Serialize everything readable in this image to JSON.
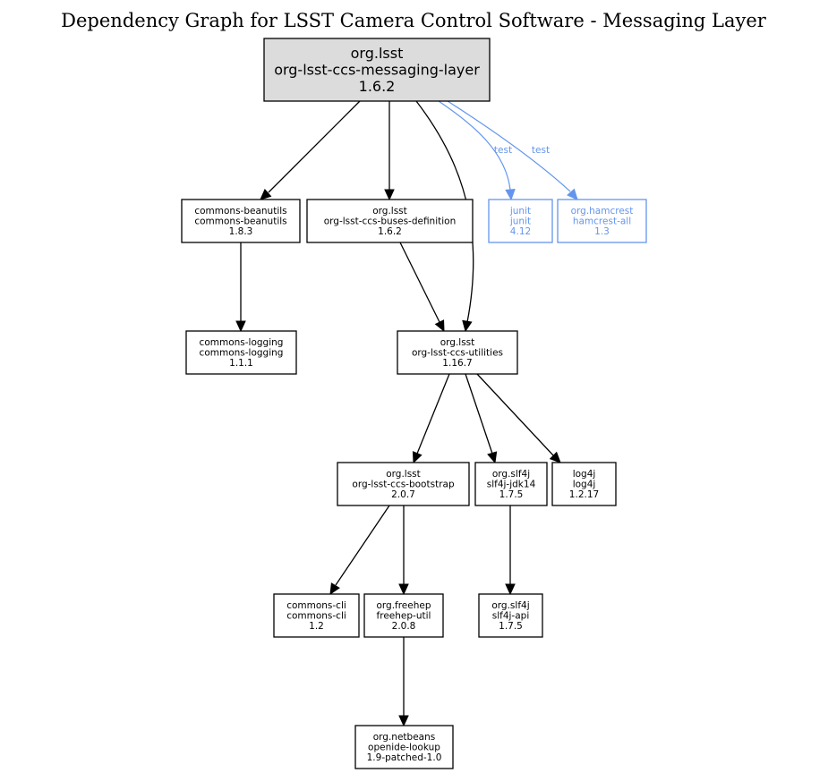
{
  "title": "Dependency Graph for LSST Camera Control Software - Messaging Layer",
  "colors": {
    "default_edge": "#000000",
    "test_edge": "#6495ed",
    "root_fill": "#dcdcdc",
    "node_fill": "#ffffff"
  },
  "nodes": [
    {
      "id": "root",
      "group": "org.lsst",
      "artifact": "org-lsst-ccs-messaging-layer",
      "version": "1.6.2",
      "root": true
    },
    {
      "id": "beanutils",
      "group": "commons-beanutils",
      "artifact": "commons-beanutils",
      "version": "1.8.3"
    },
    {
      "id": "buses",
      "group": "org.lsst",
      "artifact": "org-lsst-ccs-buses-definition",
      "version": "1.6.2"
    },
    {
      "id": "junit",
      "group": "junit",
      "artifact": "junit",
      "version": "4.12",
      "scope": "test"
    },
    {
      "id": "hamcrest",
      "group": "org.hamcrest",
      "artifact": "hamcrest-all",
      "version": "1.3",
      "scope": "test"
    },
    {
      "id": "logging",
      "group": "commons-logging",
      "artifact": "commons-logging",
      "version": "1.1.1"
    },
    {
      "id": "utilities",
      "group": "org.lsst",
      "artifact": "org-lsst-ccs-utilities",
      "version": "1.16.7"
    },
    {
      "id": "bootstrap",
      "group": "org.lsst",
      "artifact": "org-lsst-ccs-bootstrap",
      "version": "2.0.7"
    },
    {
      "id": "jdk14",
      "group": "org.slf4j",
      "artifact": "slf4j-jdk14",
      "version": "1.7.5"
    },
    {
      "id": "log4j",
      "group": "log4j",
      "artifact": "log4j",
      "version": "1.2.17"
    },
    {
      "id": "cli",
      "group": "commons-cli",
      "artifact": "commons-cli",
      "version": "1.2"
    },
    {
      "id": "freehep",
      "group": "org.freehep",
      "artifact": "freehep-util",
      "version": "2.0.8"
    },
    {
      "id": "slf4japi",
      "group": "org.slf4j",
      "artifact": "slf4j-api",
      "version": "1.7.5"
    },
    {
      "id": "openide",
      "group": "org.netbeans",
      "artifact": "openide-lookup",
      "version": "1.9-patched-1.0"
    }
  ],
  "edges": [
    {
      "from": "root",
      "to": "beanutils"
    },
    {
      "from": "root",
      "to": "buses"
    },
    {
      "from": "root",
      "to": "utilities"
    },
    {
      "from": "root",
      "to": "junit",
      "label": "test"
    },
    {
      "from": "root",
      "to": "hamcrest",
      "label": "test"
    },
    {
      "from": "beanutils",
      "to": "logging"
    },
    {
      "from": "buses",
      "to": "utilities"
    },
    {
      "from": "utilities",
      "to": "bootstrap"
    },
    {
      "from": "utilities",
      "to": "jdk14"
    },
    {
      "from": "utilities",
      "to": "log4j"
    },
    {
      "from": "bootstrap",
      "to": "cli"
    },
    {
      "from": "bootstrap",
      "to": "freehep"
    },
    {
      "from": "jdk14",
      "to": "slf4japi"
    },
    {
      "from": "freehep",
      "to": "openide"
    }
  ]
}
